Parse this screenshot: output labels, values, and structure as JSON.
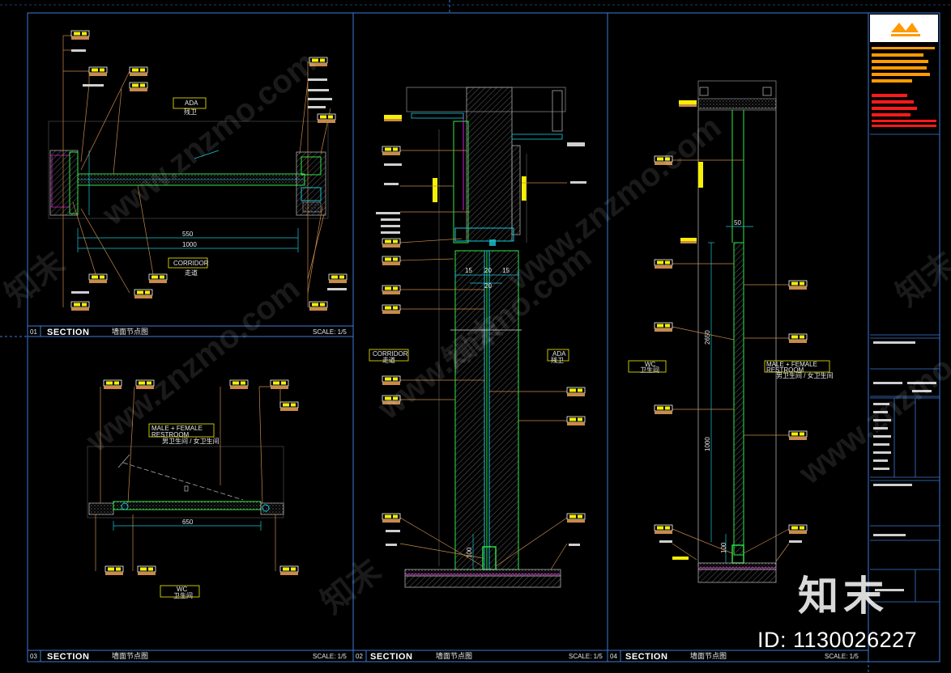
{
  "panels": [
    {
      "number": "01",
      "title": "SECTION",
      "subtitle": "墙面节点图",
      "scale": "SCALE: 1/5"
    },
    {
      "number": "03",
      "title": "SECTION",
      "subtitle": "墙面节点图",
      "scale": "SCALE: 1/5"
    },
    {
      "number": "02",
      "title": "SECTION",
      "subtitle": "墙面节点图",
      "scale": "SCALE: 1/5"
    },
    {
      "number": "04",
      "title": "SECTION",
      "subtitle": "墙面节点图",
      "scale": "SCALE: 1/5"
    }
  ],
  "labels": {
    "ada_1": "ADA",
    "ada_1_cn": "残卫",
    "corridor_1": "CORRIDOR",
    "corridor_1_cn": "走道",
    "restroom_3_a": "MALE + FEMALE",
    "restroom_3_b": "RESTROOM",
    "restroom_3_cn": "男卫生间 / 女卫生间",
    "wc_3": "WC",
    "wc_3_cn": "卫生间",
    "corridor_2": "CORRIDOR",
    "corridor_2_cn": "走道",
    "ada_2": "ADA",
    "ada_2_cn": "残卫",
    "wc_4": "WC",
    "wc_4_cn": "卫生间",
    "restroom_4_a": "MALE + FEMALE",
    "restroom_4_b": "RESTROOM",
    "restroom_4_cn": "男卫生间 / 女卫生间"
  },
  "dimensions": {
    "d1_a": "550",
    "d1_b": "1000",
    "d3_a": "650",
    "d2_a": "15",
    "d2_b": "20",
    "d2_c": "15",
    "d2_d": "20",
    "d2_e": "100",
    "d4_a": "50",
    "d4_b": "2650",
    "d4_c": "1000",
    "d4_d": "100"
  },
  "watermark": {
    "site": "www.znzmo.com",
    "brand": "知末",
    "brand_big": "知末",
    "id": "ID: 1130026227"
  },
  "colors": {
    "frame": "#3b7bd6",
    "line_green": "#2ee84a",
    "line_cyan": "#19c8d8",
    "leader": "#c98a4a",
    "tag_yellow": "#f7f000",
    "tag_outline": "#ffffff",
    "hatch": "#8a8a8a",
    "magenta": "#d020d0",
    "brand_orange": "#ff9a00",
    "brand_red": "#ff1a1a"
  }
}
